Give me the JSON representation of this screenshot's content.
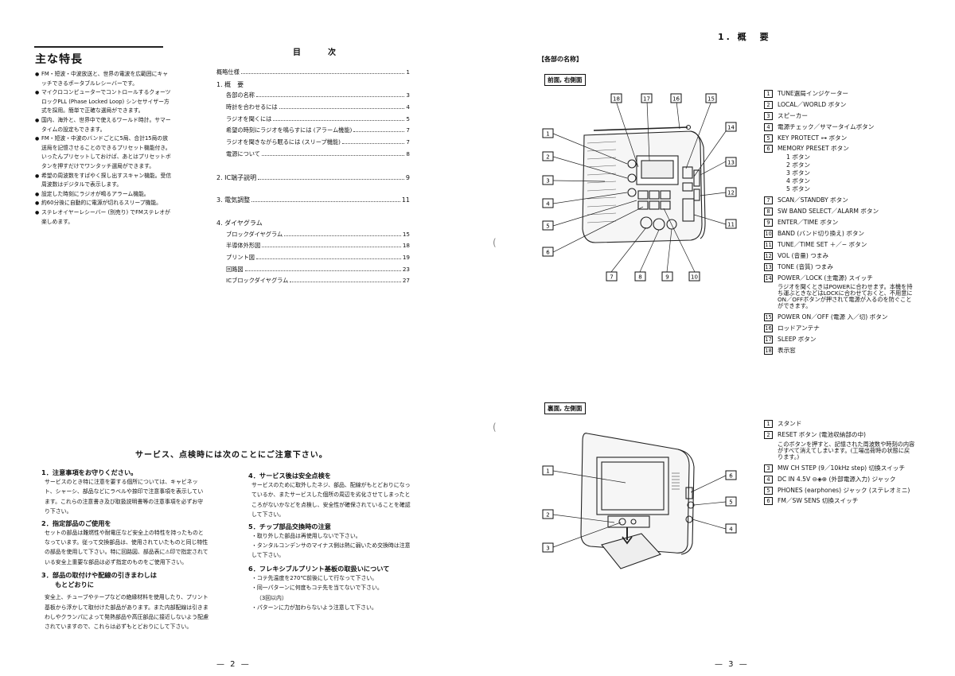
{
  "features": {
    "title": "主な特長",
    "items": [
      "FM・短波・中波放送と、世界の電波を広範囲にキャッチできるポータブルレシーバーです。",
      "マイクロコンピューターでコントロールするクォーツロックPLL (Phase Locked Loop) シンセサイザー方式を採用。簡単で正確な選局ができます。",
      "国内、海外と、世界中で使えるワールド時計。サマータイムの設定もできます。",
      "FM・短波・中波のバンドごとに5局、合計15局の放送局を記憶させることのできるプリセット機能付き。いったんプリセットしておけば、あとはプリセットボタンを押すだけでワンタッチ選局ができます。",
      "希望の周波数をすばやく探し出すスキャン機能。受信周波数はデジタルで表示します。",
      "設定した時刻にラジオが鳴るアラーム機能。",
      "約60分後に自動的に電源が切れるスリープ機能。",
      "ステレオイヤーレシーバー (別売り) でFMステレオが楽しめます。"
    ]
  },
  "toc": {
    "title": "目　次",
    "rows": [
      {
        "label": "概略仕様",
        "page": "1",
        "kind": "top"
      },
      {
        "label": "1. 概　要",
        "page": "",
        "kind": "section"
      },
      {
        "label": "各部の名称",
        "page": "3",
        "kind": "sub"
      },
      {
        "label": "時計を合わせるには",
        "page": "4",
        "kind": "sub"
      },
      {
        "label": "ラジオを聞くには",
        "page": "5",
        "kind": "sub"
      },
      {
        "label": "希望の時刻にラジオを鳴らすには (アラーム機能)",
        "page": "7",
        "kind": "sub"
      },
      {
        "label": "ラジオを聞きながら眠るには (スリープ機能)",
        "page": "7",
        "kind": "sub"
      },
      {
        "label": "電源について",
        "page": "8",
        "kind": "sub"
      },
      {
        "label": "",
        "page": "",
        "kind": "gap"
      },
      {
        "label": "2. IC端子説明",
        "page": "9",
        "kind": "section"
      },
      {
        "label": "",
        "page": "",
        "kind": "gap"
      },
      {
        "label": "3. 電気調整",
        "page": "11",
        "kind": "section"
      },
      {
        "label": "",
        "page": "",
        "kind": "gap"
      },
      {
        "label": "4. ダイヤグラム",
        "page": "",
        "kind": "section"
      },
      {
        "label": "ブロックダイヤグラム",
        "page": "15",
        "kind": "sub"
      },
      {
        "label": "半導体外形図",
        "page": "18",
        "kind": "sub"
      },
      {
        "label": "プリント図",
        "page": "19",
        "kind": "sub"
      },
      {
        "label": "回路図",
        "page": "23",
        "kind": "sub"
      },
      {
        "label": "ICブロックダイヤグラム",
        "page": "27",
        "kind": "sub"
      }
    ]
  },
  "service": {
    "title": "サービス、点検時には次のことにご注意下さい。",
    "left": {
      "h1": "1．注意事項をお守りください。",
      "p1": "サービスのとき特に注意を要する個所については、キャビネット、シャーシ、部品などにラベルや捺印で注意事項を表示しています。これらの注意書き及び取扱説明書等の注意事項を必ずお守り下さい。",
      "h2": "2．指定部品のご使用を",
      "p2": "セットの部品は難燃性や耐電圧など安全上の特性を持ったものとなっています。従って交換部品は、使用されていたものと同じ特性の部品を使用して下さい。特に回路図、部品表に⚠印で指定されている安全上重要な部品は必ず指定のものをご使用下さい。",
      "h3a": "3．部品の取付けや配線の引きまわしは",
      "h3b": "もとどおりに",
      "p3": "安全上、チューブやテープなどの絶縁材料を使用したり、プリント基板から浮かして取付けた部品があります。また内部配線は引きまわしやクランパによって発熱部品や高圧部品に接近しないよう配慮されていますので、これらは必ずもとどおりにして下さい。"
    },
    "right": {
      "h4": "4．サービス後は安全点検を",
      "p4": "サービスのために取外したネジ、部品、配線がもとどおりになっているか、またサービスした個所の周辺を劣化させてしまったところがないかなどを点検し、安全性が確保されていることを確認して下さい。",
      "h5": "5．チップ部品交換時の注意",
      "b5": [
        "・取り外した部品は再使用しないで下さい。",
        "・タンタルコンデンサのマイナス側は熱に弱いため交換時は注意して下さい。"
      ],
      "h6": "6．フレキシブルプリント基板の取扱いについて",
      "b6": [
        "・コテ先温度を270℃前後にして行なって下さい。",
        "・同一パターンに何度もコテ先を当てないで下さい。",
        "（3回以内）",
        "・パターンに力が加わらないよう注意して下さい。"
      ]
    }
  },
  "page_numbers": {
    "left": "— 2 —",
    "right": "— 3 —"
  },
  "overview": {
    "title": "1. 概　要",
    "parts_heading": "【各部の名称】",
    "front_label": "前面, 右側面",
    "back_label": "裏面, 左側面",
    "front_parts": [
      {
        "n": "1",
        "t": "TUNE選局インジケーター"
      },
      {
        "n": "2",
        "t": "LOCAL／WORLD ボタン"
      },
      {
        "n": "3",
        "t": "スピーカー"
      },
      {
        "n": "4",
        "t": "電源チェック／サマータイムボタン"
      },
      {
        "n": "5",
        "t": "KEY PROTECT ⊶ ボタン"
      },
      {
        "n": "6",
        "t": "MEMORY PRESET ボタン"
      }
    ],
    "preset_buttons": [
      "1 ボタン",
      "2 ボタン",
      "3 ボタン",
      "4 ボタン",
      "5 ボタン"
    ],
    "front_parts_2": [
      {
        "n": "7",
        "t": "SCAN／STANDBY ボタン"
      },
      {
        "n": "8",
        "t": "SW BAND SELECT／ALARM ボタン"
      },
      {
        "n": "9",
        "t": "ENTER／TIME ボタン"
      },
      {
        "n": "10",
        "t": "BAND (バンド切り換え) ボタン"
      },
      {
        "n": "11",
        "t": "TUNE／TIME SET ＋／− ボタン"
      },
      {
        "n": "12",
        "t": "VOL (音量) つまみ"
      },
      {
        "n": "13",
        "t": "TONE (音質) つまみ"
      },
      {
        "n": "14",
        "t": "POWER／LOCK (主電源) スイッチ"
      }
    ],
    "power_note": [
      "ラジオを聞くときはPOWERに合わせます。本機を持ち運ぶときなどはLOCKに合わせておくと、不用意にON／OFFボタンが押されて電源が入るのを防ぐことができます。"
    ],
    "power_note_lines": [
      "ラジオを聞くときはPOWERに合わせます。本機を持",
      "ち運ぶときなどはLOCKに合わせておくと、不用意に",
      "ON／OFFボタンが押されて電源が入るのを防ぐこと",
      "ができます。"
    ],
    "front_parts_3": [
      {
        "n": "15",
        "t": "POWER ON／OFF (電源 入／切) ボタン"
      },
      {
        "n": "16",
        "t": "ロッドアンテナ"
      },
      {
        "n": "17",
        "t": "SLEEP ボタン"
      },
      {
        "n": "18",
        "t": "表示窓"
      }
    ],
    "back_parts": [
      {
        "n": "1",
        "t": "スタンド"
      },
      {
        "n": "2",
        "t": "RESET ボタン (電池収納部の中)"
      }
    ],
    "reset_note_lines": [
      "このボタンを押すと、記憶された周波数や時刻の内容",
      "がすべて消えてしまいます。(工場出荷時の状態に戻",
      "ります。)"
    ],
    "back_parts_2": [
      {
        "n": "3",
        "t": "MW CH STEP (9／10kHz step) 切換スイッチ"
      },
      {
        "n": "4",
        "t": "DC IN 4.5V ⊖◈⊕ (外部電源入力) ジャック"
      },
      {
        "n": "5",
        "t": "PHONES (earphones) ジャック (ステレオミニ)"
      },
      {
        "n": "6",
        "t": "FM／SW SENS 切換スイッチ"
      }
    ],
    "front_callouts": [
      "1",
      "2",
      "3",
      "4",
      "5",
      "6",
      "7",
      "8",
      "9",
      "10",
      "11",
      "12",
      "13",
      "14",
      "15",
      "16",
      "17",
      "18"
    ],
    "back_callouts": [
      "1",
      "2",
      "3",
      "4",
      "5",
      "6"
    ]
  }
}
